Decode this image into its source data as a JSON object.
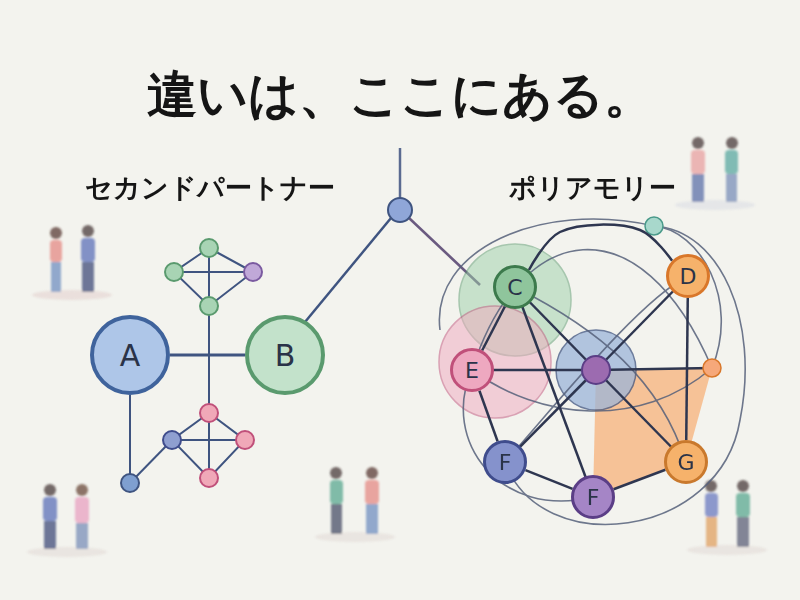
{
  "diagram": {
    "title": "違いは、ここにある。",
    "nodes": [
      {
        "text": [
          "A"
        ]
      },
      {
        "text": [
          "B"
        ]
      },
      {
        "text": [
          "C"
        ]
      },
      {
        "text": [
          "D"
        ]
      },
      {
        "text": [
          "E"
        ]
      },
      {
        "text": [
          "F"
        ]
      },
      {
        "text": [
          "F"
        ]
      },
      {
        "text": [
          "G"
        ]
      }
    ],
    "edges": [
      {
        "from": 0,
        "to": 1,
        "arrow": "none"
      },
      {
        "from": 2,
        "to": 4,
        "arrow": "none"
      },
      {
        "from": 4,
        "to": 5,
        "arrow": "none"
      },
      {
        "from": 5,
        "to": 6,
        "arrow": "none"
      },
      {
        "from": 6,
        "to": 7,
        "arrow": "none"
      },
      {
        "from": 7,
        "to": 3,
        "arrow": "none"
      },
      {
        "from": 2,
        "to": 3,
        "arrow": "none"
      }
    ],
    "labels": [
      "セカンドパートナー",
      "ポリアモリー"
    ]
  }
}
